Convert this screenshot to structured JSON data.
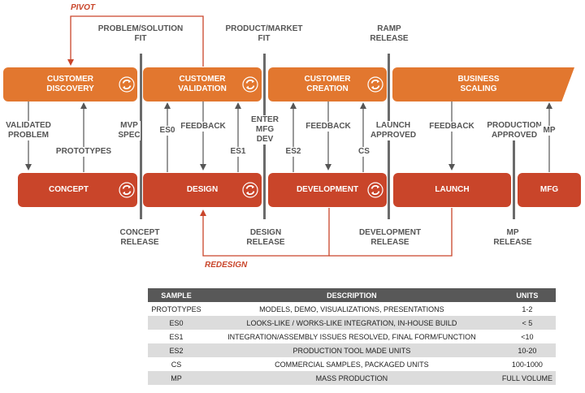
{
  "colors": {
    "top_box": "#e2772f",
    "bottom_box": "#c9452a",
    "accent_text": "#c9452a",
    "label": "#555555",
    "gate": "#6b6b6b"
  },
  "top_boxes": [
    {
      "line1": "CUSTOMER",
      "line2": "DISCOVERY"
    },
    {
      "line1": "CUSTOMER",
      "line2": "VALIDATION"
    },
    {
      "line1": "CUSTOMER",
      "line2": "CREATION"
    },
    {
      "line1": "BUSINESS",
      "line2": "SCALING"
    }
  ],
  "bottom_boxes": [
    "CONCEPT",
    "DESIGN",
    "DEVELOPMENT",
    "LAUNCH",
    "MFG"
  ],
  "top_gates": [
    {
      "line1": "PROBLEM/SOLUTION",
      "line2": "FIT"
    },
    {
      "line1": "PRODUCT/MARKET",
      "line2": "FIT"
    },
    {
      "line1": "RAMP",
      "line2": "RELEASE"
    }
  ],
  "bottom_gates": [
    {
      "line1": "CONCEPT",
      "line2": "RELEASE"
    },
    {
      "line1": "DESIGN",
      "line2": "RELEASE"
    },
    {
      "line1": "DEVELOPMENT",
      "line2": "RELEASE"
    },
    {
      "line1": "MP",
      "line2": "RELEASE"
    }
  ],
  "loop_labels": {
    "pivot": "PIVOT",
    "redesign": "REDESIGN"
  },
  "flow_labels": {
    "validated_problem": "VALIDATED\nPROBLEM",
    "prototypes": "PROTOTYPES",
    "mvp_spec": "MVP\nSPEC",
    "es0": "ES0",
    "feedback_1": "FEEDBACK",
    "es1": "ES1",
    "enter_mfg_dev": "ENTER\nMFG\nDEV",
    "es2": "ES2",
    "feedback_2": "FEEDBACK",
    "cs": "CS",
    "launch_approved": "LAUNCH\nAPPROVED",
    "feedback_3": "FEEDBACK",
    "production_approved": "PRODUCTION\nAPPROVED",
    "mp": "MP"
  },
  "table": {
    "headers": [
      "SAMPLE",
      "DESCRIPTION",
      "UNITS"
    ],
    "rows": [
      [
        "PROTOTYPES",
        "MODELS, DEMO, VISUALIZATIONS, PRESENTATIONS",
        "1-2"
      ],
      [
        "ES0",
        "LOOKS-LIKE / WORKS-LIKE INTEGRATION, IN-HOUSE BUILD",
        "< 5"
      ],
      [
        "ES1",
        "INTEGRATION/ASSEMBLY ISSUES RESOLVED, FINAL FORM/FUNCTION",
        "<10"
      ],
      [
        "ES2",
        "PRODUCTION TOOL MADE UNITS",
        "10-20"
      ],
      [
        "CS",
        "COMMERCIAL SAMPLES, PACKAGED UNITS",
        "100-1000"
      ],
      [
        "MP",
        "MASS PRODUCTION",
        "FULL VOLUME"
      ]
    ]
  }
}
